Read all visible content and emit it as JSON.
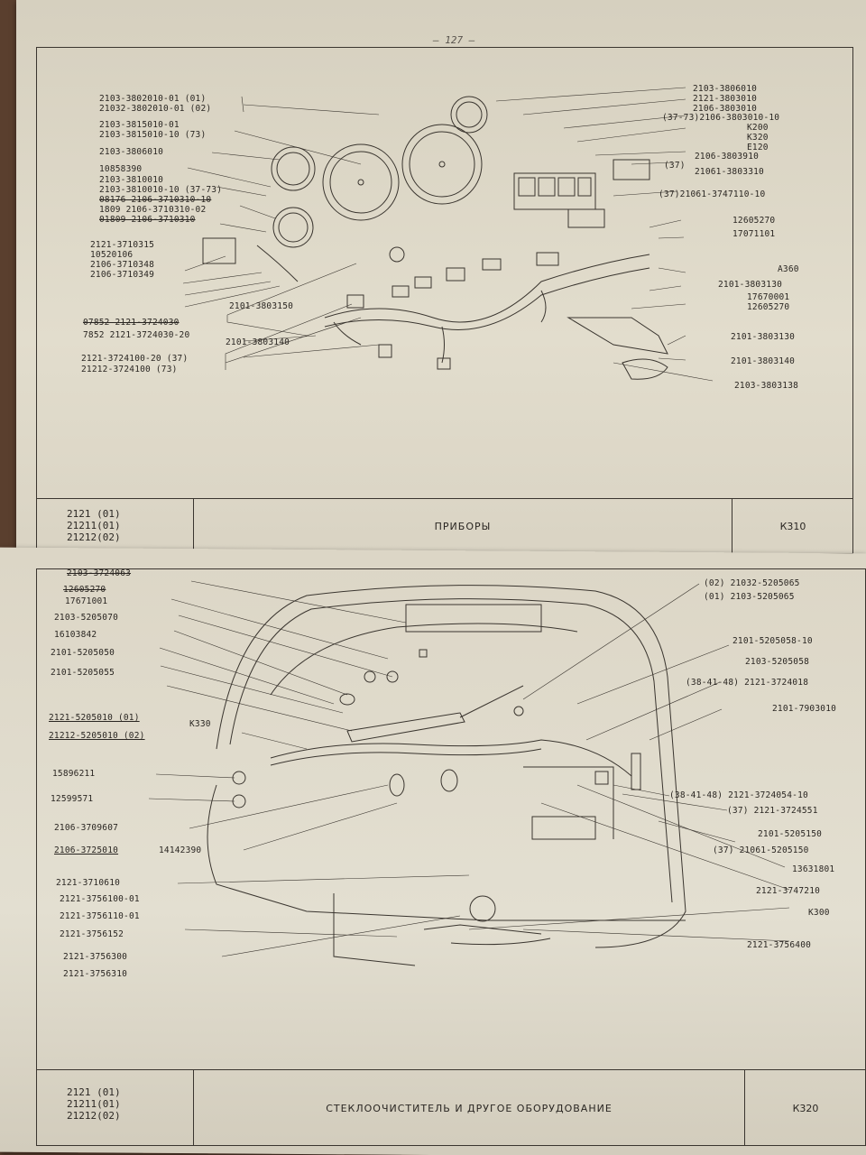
{
  "top_page": {
    "page_number": "— 127 —",
    "models": [
      "2121 (01)",
      "21211(01)",
      "21212(02)"
    ],
    "section_title": "ПРИБОРЫ",
    "section_code": "К310",
    "left_labels": [
      "2103-3802010-01  (01)",
      "21032-3802010-01 (02)",
      "2103-3815010-01",
      "2103-3815010-10  (73)",
      "2103-3806010",
      "10858390",
      "2103-3810010",
      "2103-3810010-10 (37-73)",
      "08176 2106-3710310-10",
      "1809 2106-3710310-02",
      "01809 2106-3710310",
      "2121-3710315",
      "10520106",
      "2106-3710348",
      "2106-3710349",
      "2101-3803150",
      "07852 2121-3724030",
      "7852  2121-3724030-20",
      "2101-3803140",
      "2121-3724100-20  (37)",
      "21212-3724100    (73)"
    ],
    "right_labels": [
      "2103-3806010",
      "2121-3803010",
      "2106-3803010",
      "(37-73)2106-3803010-10",
      "К200",
      "К320",
      "Е120",
      "2106-3803910",
      "(37)",
      "21061-3803310",
      "(37)21061-3747110-10",
      "12605270",
      "17071101",
      "А360",
      "2101-3803130",
      "17670001",
      "12605270",
      "2101-3803130",
      "2101-3803140",
      "2103-3803138"
    ]
  },
  "bottom_page": {
    "models": [
      "2121 (01)",
      "21211(01)",
      "21212(02)"
    ],
    "section_title": "СТЕКЛООЧИСТИТЕЛЬ И ДРУГОЕ ОБОРУДОВАНИЕ",
    "section_code": "К320",
    "left_labels": [
      "2103-3724063",
      "12605270",
      "17671001",
      "2103-5205070",
      "16103842",
      "2101-5205050",
      "2101-5205055",
      "2121-5205010  (01)",
      "21212-5205010 (02)",
      "К330",
      "15896211",
      "12599571",
      "2106-3709607",
      "2106-3725010",
      "14142390",
      "2121-3710610",
      "2121-3756100-01",
      "2121-3756110-01",
      "2121-3756152",
      "2121-3756300",
      "2121-3756310"
    ],
    "right_labels": [
      "(02) 21032-5205065",
      "(01)  2103-5205065",
      "2101-5205058-10",
      "2103-5205058",
      "(38-41-48) 2121-3724018",
      "2101-7903010",
      "(38-41-48) 2121-3724054-10",
      "(37) 2121-3724551",
      "2101-5205150",
      "(37) 21061-5205150",
      "13631801",
      "2121-3747210",
      "К300",
      "2121-3756400"
    ]
  }
}
